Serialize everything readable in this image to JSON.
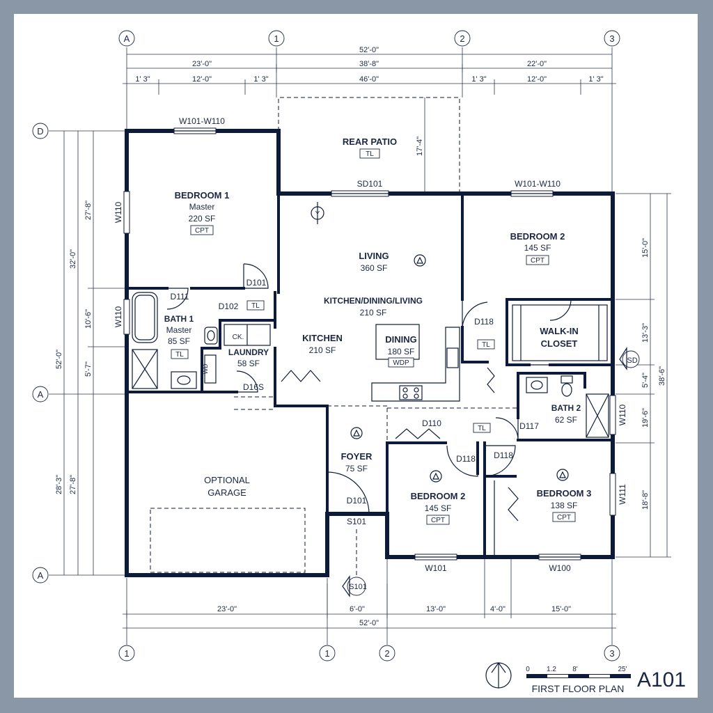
{
  "sheet": {
    "title": "FIRST FLOOR PLAN",
    "number": "A101",
    "scale_labels": [
      "0",
      "1.2",
      "8'",
      "25'"
    ]
  },
  "gridlines": {
    "top": [
      "A",
      "1",
      "2",
      "3"
    ],
    "bottom": [
      "1",
      "1",
      "2",
      "3"
    ],
    "left": [
      "D",
      "A",
      "A"
    ]
  },
  "dimensions": {
    "top": {
      "overall": "52'-0\"",
      "row2": [
        "23'-0\"",
        "38'-8\"",
        "22'-0\""
      ],
      "row3": [
        "1' 3\"",
        "12'-0\"",
        "1' 3\"",
        "46'-0\"",
        "1' 3\"",
        "12'-0\"",
        "1' 3\""
      ],
      "patio_depth": "17'-4\""
    },
    "bottom": {
      "row1": [
        "23'-0\"",
        "6'-0\"",
        "13'-0\"",
        "4'-0\"",
        "15'-0\""
      ],
      "overall": "52'-0\""
    },
    "left": {
      "outer": [
        "52'-0\"",
        "28'-3\""
      ],
      "middle": [
        "32'-0\"",
        "27'-8\""
      ],
      "inner": [
        "27'-8\"",
        "10'-6\"",
        "5'-7\""
      ]
    },
    "right": {
      "inner": [
        "15'-0\"",
        "13'-3\"",
        "5'-4\"",
        "19'-6\"",
        "18'-8\""
      ],
      "outer": [
        "38'-6\""
      ]
    }
  },
  "rooms": [
    {
      "name": "BEDROOM 1",
      "sub": "Master",
      "area": "220 SF",
      "finish": "CPT"
    },
    {
      "name": "REAR PATIO",
      "finish": "TL"
    },
    {
      "name": "LIVING",
      "area": "360 SF"
    },
    {
      "name": "KITCHEN/DINING/LIVING",
      "area": "210 SF"
    },
    {
      "name": "KITCHEN",
      "area": "210 SF"
    },
    {
      "name": "DINING",
      "area": "180 SF",
      "finish": "WDP"
    },
    {
      "name": "BEDROOM 2",
      "area": "145 SF",
      "finish": "CPT"
    },
    {
      "name": "WALK-IN",
      "name2": "CLOSET"
    },
    {
      "name": "BATH 1",
      "sub": "Master",
      "area": "85 SF",
      "finish": "TL"
    },
    {
      "name": "LAUNDRY",
      "area": "58 SF"
    },
    {
      "name": "BATH 2",
      "area": "62 SF"
    },
    {
      "name": "OPTIONAL",
      "name2": "GARAGE"
    },
    {
      "name": "FOYER",
      "area": "75 SF"
    },
    {
      "name": "BEDROOM 2",
      "area": "145 SF",
      "finish": "CPT"
    },
    {
      "name": "BEDROOM 3",
      "area": "138 SF",
      "finish": "CPT"
    }
  ],
  "tags": {
    "windows": [
      "W101-W110",
      "W101-W110",
      "W110",
      "W110",
      "W110",
      "W111",
      "W101",
      "W100"
    ],
    "doors": [
      "SD101",
      "D101",
      "D111",
      "D102",
      "D16S",
      "D118",
      "D110",
      "D117",
      "D118",
      "D118",
      "D101",
      "S101",
      "S101"
    ],
    "misc": [
      "TL",
      "TL",
      "TL",
      "CK.",
      "WD",
      "SD"
    ]
  },
  "symbols": {
    "north_arrow": "north-arrow-icon",
    "fixture": "ceiling-fixture-icon",
    "gas": "Y"
  }
}
